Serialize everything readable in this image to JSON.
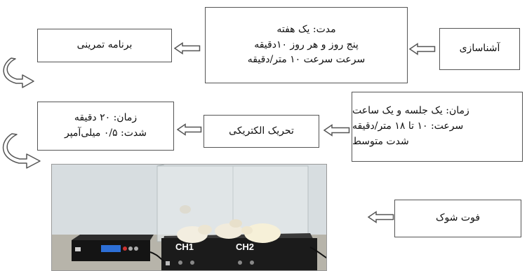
{
  "boxes": {
    "acclimation": {
      "label": "آشناسازی"
    },
    "training_details": {
      "line1": "مدت: یک هفته",
      "line2": "پنج روز و هر روز ۱۰دقیقه",
      "line3": "سرعت سرعت ۱۰ متر/دقیقه"
    },
    "training_program": {
      "label": "برنامه تمرینی"
    },
    "session_details": {
      "line1": "زمان: یک جلسه و یک ساعت",
      "line2": "سرعت: ۱۰ تا ۱۸ متر/دقیقه",
      "line3": "شدت متوسط"
    },
    "electrical_stimulation": {
      "label": "تحریک الکتریکی"
    },
    "stimulation_details": {
      "line1": "زمان: ۲۰ دقیقه",
      "line2": "شدت: ۰/۵ میلی‌آمپر"
    },
    "foot_shock": {
      "label": "فوت شوک"
    }
  },
  "photo": {
    "channel_1_label": "CH1",
    "channel_2_label": "CH2"
  },
  "colors": {
    "box_border": "#555555",
    "arrow_stroke": "#555555",
    "device_body": "#1a1a1a",
    "display_blue": "#2d6fd6",
    "rat_fur": "#f3eee0"
  },
  "icons": {
    "arrow_left": "hollow-left-arrow",
    "arrow_curved": "hollow-curved-arrow"
  }
}
